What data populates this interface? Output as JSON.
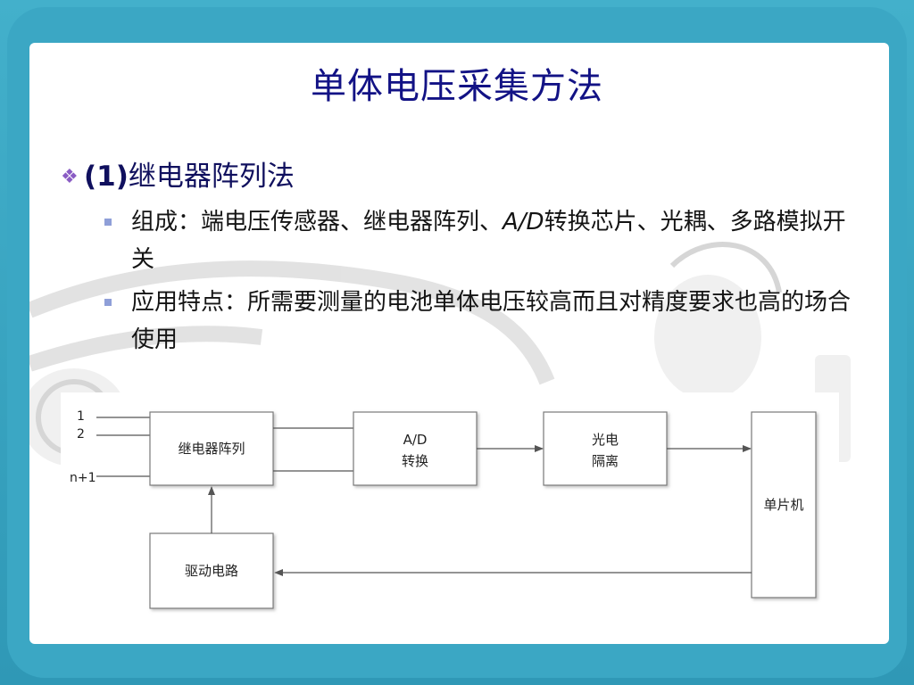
{
  "slide": {
    "title": "单体电压采集方法",
    "heading": {
      "marker": "❖",
      "number": "(1)",
      "text": "继电器阵列法"
    },
    "bullets": [
      {
        "prefix": "组成：端电压传感器、继电器阵列、",
        "italic": "A/D",
        "suffix": "转换芯片、光耦、多路模拟开关"
      },
      {
        "text": "应用特点：所需要测量的电池单体电压较高而且对精度要求也高的场合使用"
      }
    ]
  },
  "diagram": {
    "inputs": [
      "1",
      "2",
      "n+1"
    ],
    "blocks": {
      "relay_array": "继电器阵列",
      "ad_line1": "A/D",
      "ad_line2": "转换",
      "opto_line1": "光电",
      "opto_line2": "隔离",
      "mcu": "单片机",
      "driver": "驱动电路"
    }
  },
  "colors": {
    "frame": "#3aa6c2",
    "title": "#121285",
    "heading": "#10105e",
    "bullet": "#8f9fd8",
    "box_border": "#7a7a7a",
    "arrow": "#555555"
  }
}
